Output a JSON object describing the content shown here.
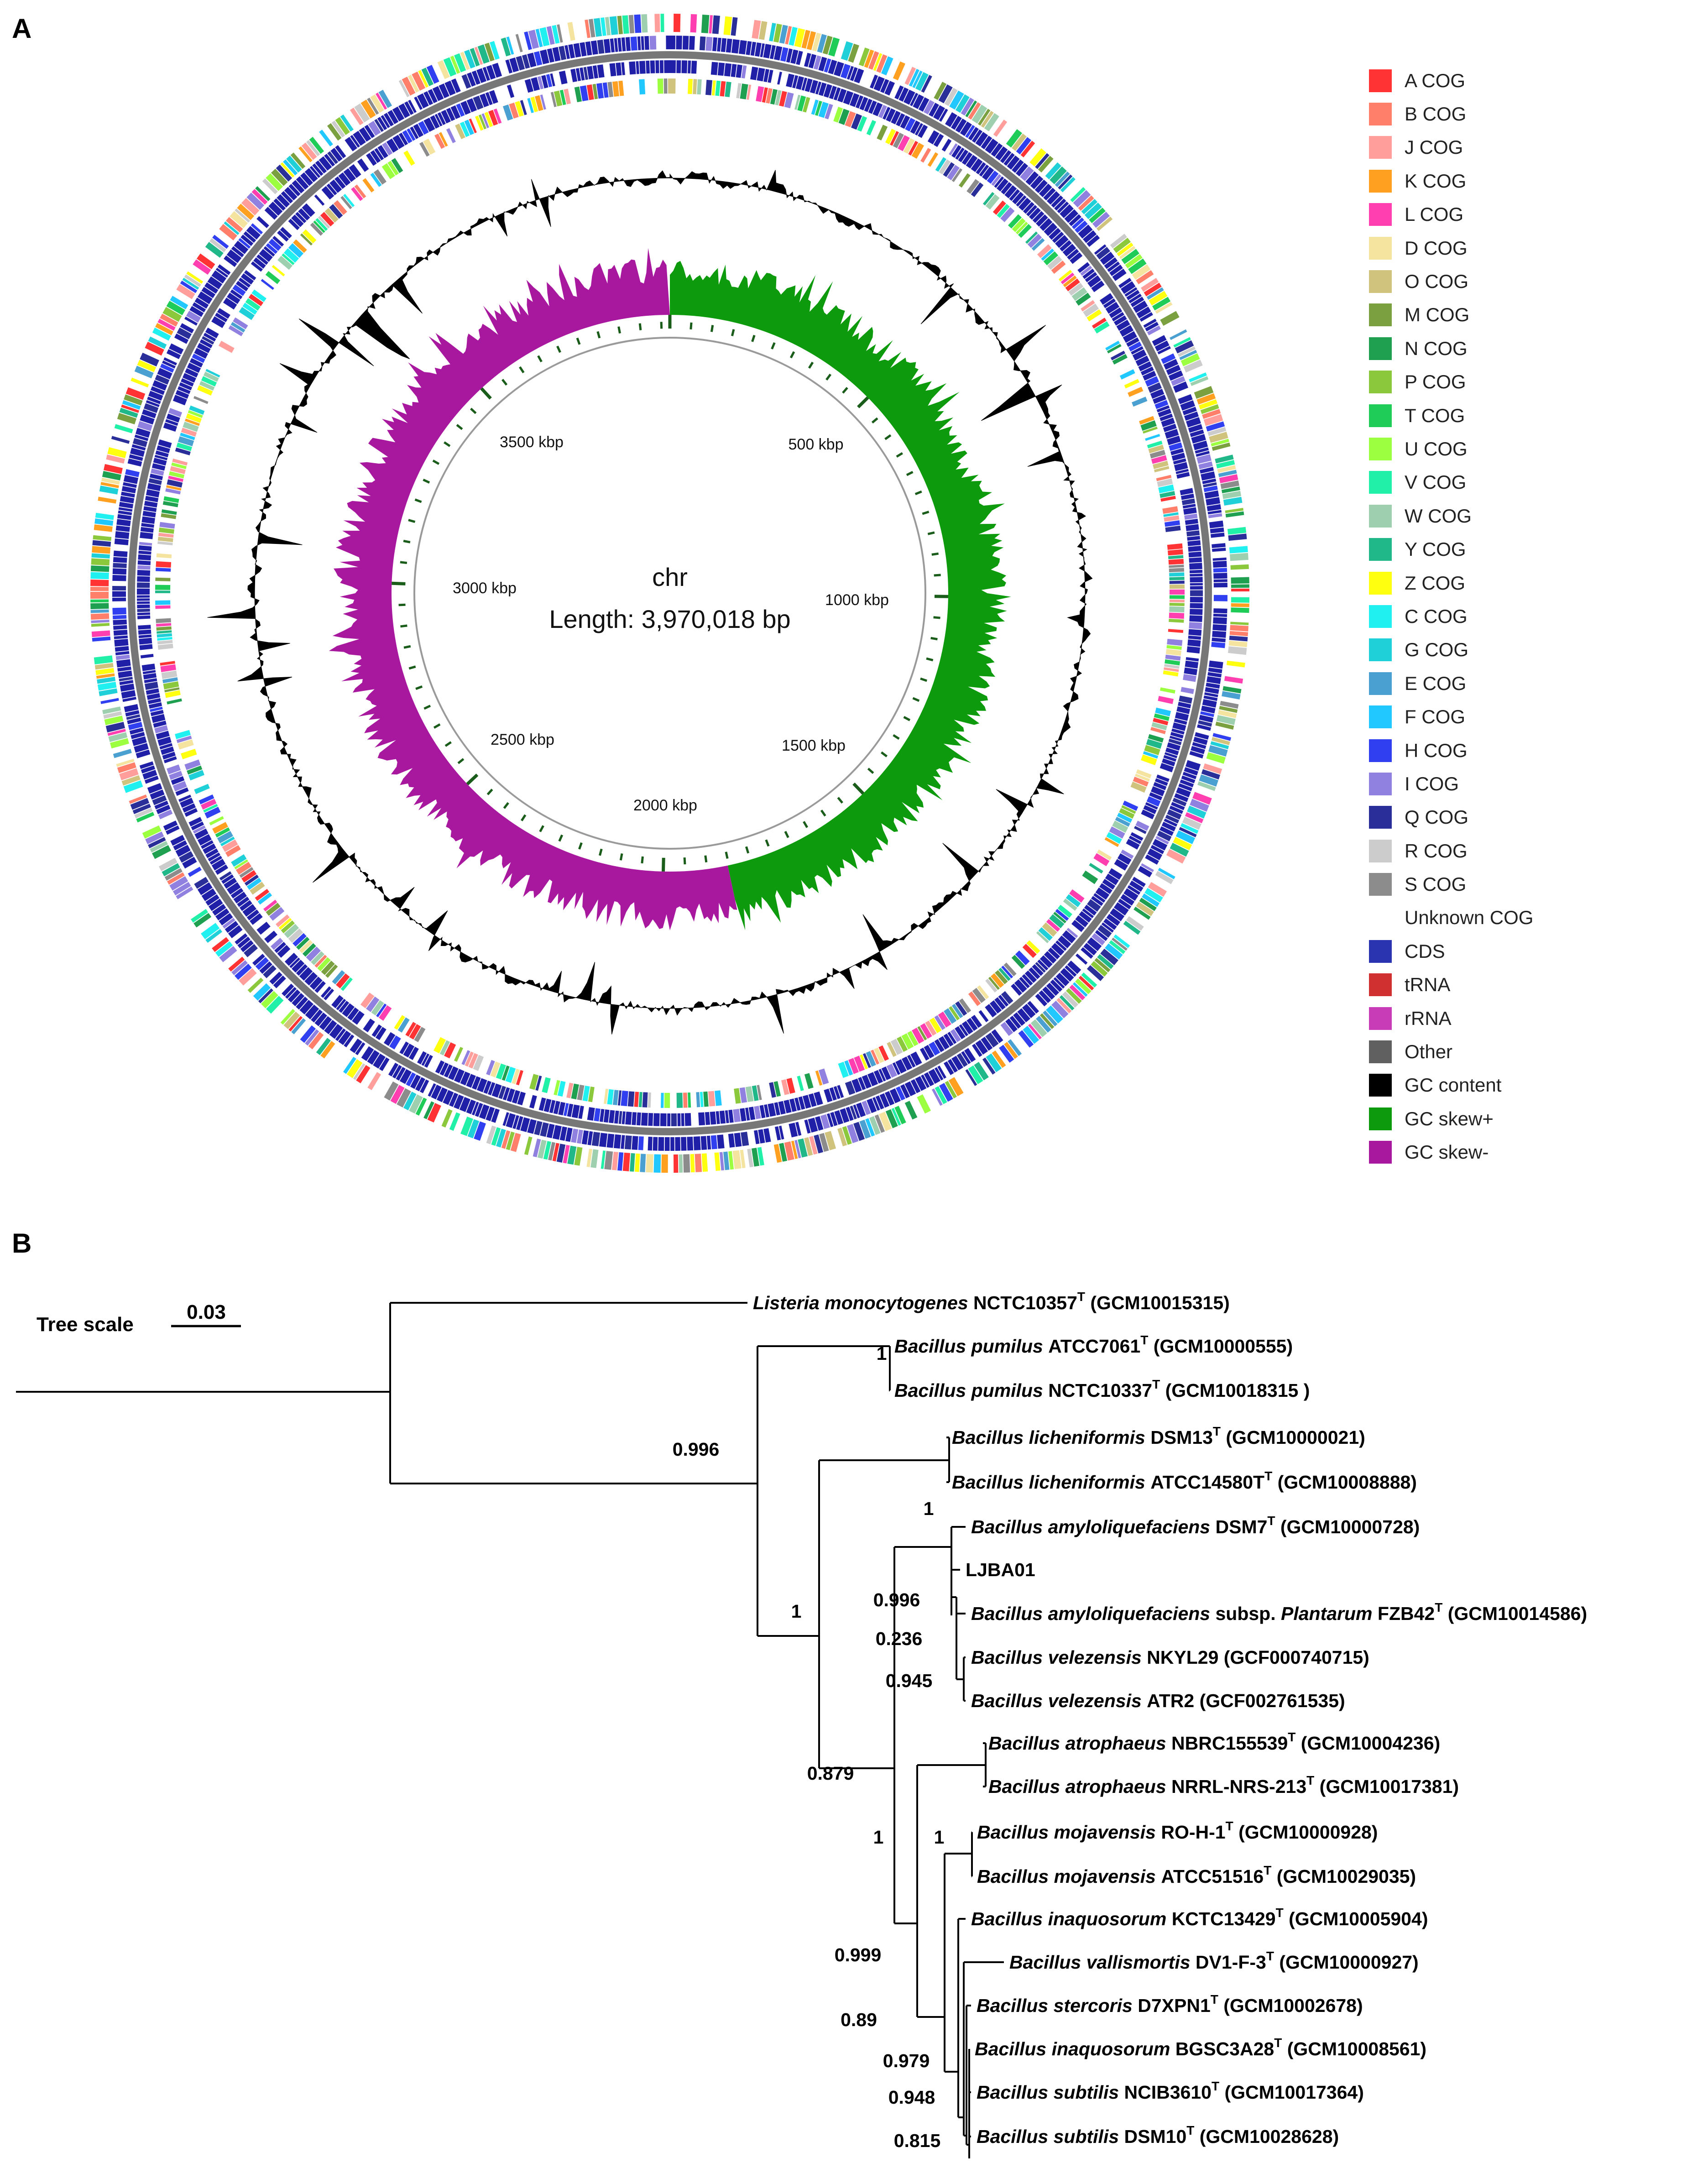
{
  "panel_a": {
    "letter": "A",
    "chr_label": "chr",
    "length_label": "Length: 3,970,018 bp",
    "tick_labels": [
      "500 kbp",
      "1000 kbp",
      "1500 kbp",
      "2000 kbp",
      "2500 kbp",
      "3000 kbp",
      "3500 kbp"
    ],
    "colors": {
      "backbone": "#777777",
      "gc_content": "#000000",
      "gc_skew_plus": "#0d9a0d",
      "gc_skew_minus": "#a8189e",
      "cds": "#1f1fa8",
      "tick": "#1a5c1a"
    },
    "legend": [
      {
        "label": "A COG",
        "color": "#ff3333"
      },
      {
        "label": "B COG",
        "color": "#ff7f6a"
      },
      {
        "label": "J COG",
        "color": "#ff9e9a"
      },
      {
        "label": "K COG",
        "color": "#ffa020"
      },
      {
        "label": "L COG",
        "color": "#ff3fb0"
      },
      {
        "label": "D COG",
        "color": "#f4e4a0"
      },
      {
        "label": "O COG",
        "color": "#cfc37e"
      },
      {
        "label": "M COG",
        "color": "#7aa040"
      },
      {
        "label": "N COG",
        "color": "#1ea050"
      },
      {
        "label": "P COG",
        "color": "#8cc83c"
      },
      {
        "label": "T COG",
        "color": "#20cc58"
      },
      {
        "label": "U COG",
        "color": "#9cff40"
      },
      {
        "label": "V COG",
        "color": "#20f0a8"
      },
      {
        "label": "W COG",
        "color": "#9ed0b0"
      },
      {
        "label": "Y COG",
        "color": "#20b888"
      },
      {
        "label": "Z COG",
        "color": "#ffff10"
      },
      {
        "label": "C COG",
        "color": "#20f0f0"
      },
      {
        "label": "G COG",
        "color": "#20d0d8"
      },
      {
        "label": "E COG",
        "color": "#4aa0d0"
      },
      {
        "label": "F COG",
        "color": "#20c8ff"
      },
      {
        "label": "H COG",
        "color": "#3040f0"
      },
      {
        "label": "I COG",
        "color": "#9080e0"
      },
      {
        "label": "Q COG",
        "color": "#2a2e98"
      },
      {
        "label": "R COG",
        "color": "#cccccc"
      },
      {
        "label": "S COG",
        "color": "#8c8c8c"
      },
      {
        "label": "Unknown COG",
        "color": "#ffffff"
      },
      {
        "label": "CDS",
        "color": "#2a34b0"
      },
      {
        "label": "tRNA",
        "color": "#d03030"
      },
      {
        "label": "rRNA",
        "color": "#c83cb8"
      },
      {
        "label": "Other",
        "color": "#606060"
      },
      {
        "label": "GC content",
        "color": "#000000"
      },
      {
        "label": "GC skew+",
        "color": "#0d9a0d"
      },
      {
        "label": "GC skew-",
        "color": "#a8189e"
      }
    ]
  },
  "panel_b": {
    "letter": "B",
    "tree_scale_label": "Tree scale",
    "tree_scale_value": "0.03",
    "taxa": [
      {
        "genus_species": "Listeria monocytogenes",
        "strain": "NCTC10357",
        "sup": "T",
        "accession": "(GCM10015315)"
      },
      {
        "genus_species": "Bacillus pumilus",
        "strain": "ATCC7061",
        "sup": "T",
        "accession": "(GCM10000555)"
      },
      {
        "genus_species": "Bacillus pumilus",
        "strain": "NCTC10337",
        "sup": "T",
        "accession": "(GCM10018315 )"
      },
      {
        "genus_species": "Bacillus licheniformis",
        "strain": "DSM13",
        "sup": "T",
        "accession": "(GCM10000021)"
      },
      {
        "genus_species": "Bacillus licheniformis",
        "strain": "ATCC14580T",
        "sup": "T",
        "accession": "(GCM10008888)"
      },
      {
        "genus_species": "Bacillus amyloliquefaciens",
        "strain": "DSM7",
        "sup": "T",
        "accession": "(GCM10000728)"
      },
      {
        "genus_species": "",
        "strain": "LJBA01",
        "sup": "",
        "accession": ""
      },
      {
        "genus_species": "Bacillus amyloliquefaciens",
        "strain": "subsp.",
        "subsp": "Plantarum",
        "strain2": "FZB42",
        "sup": "T",
        "accession": "(GCM10014586)"
      },
      {
        "genus_species": "Bacillus velezensis",
        "strain": "NKYL29",
        "sup": "",
        "accession": "(GCF000740715)"
      },
      {
        "genus_species": "Bacillus velezensis",
        "strain": "ATR2",
        "sup": "",
        "accession": "(GCF002761535)"
      },
      {
        "genus_species": "Bacillus atrophaeus",
        "strain": "NBRC155539",
        "sup": "T",
        "accession": "(GCM10004236)"
      },
      {
        "genus_species": "Bacillus atrophaeus",
        "strain": "NRRL-NRS-213",
        "sup": "T",
        "accession": "(GCM10017381)"
      },
      {
        "genus_species": "Bacillus mojavensis",
        "strain": "RO-H-1",
        "sup": "T",
        "accession": "(GCM10000928)"
      },
      {
        "genus_species": "Bacillus mojavensis",
        "strain": "ATCC51516",
        "sup": "T",
        "accession": "(GCM10029035)"
      },
      {
        "genus_species": "Bacillus inaquosorum",
        "strain": "KCTC13429",
        "sup": "T",
        "accession": "(GCM10005904)"
      },
      {
        "genus_species": "Bacillus vallismortis",
        "strain": "DV1-F-3",
        "sup": "T",
        "accession": "(GCM10000927)"
      },
      {
        "genus_species": "Bacillus stercoris",
        "strain": "D7XPN1",
        "sup": "T",
        "accession": "(GCM10002678)"
      },
      {
        "genus_species": "Bacillus inaquosorum",
        "strain": "BGSC3A28",
        "sup": "T",
        "accession": "(GCM10008561)"
      },
      {
        "genus_species": "Bacillus subtilis",
        "strain": "NCIB3610",
        "sup": "T",
        "accession": "(GCM10017364)"
      },
      {
        "genus_species": "Bacillus subtilis",
        "strain": "DSM10",
        "sup": "T",
        "accession": "(GCM10028628)"
      }
    ],
    "bootstraps": [
      "1",
      "0.996",
      "1",
      "1",
      "0.996",
      "0.236",
      "0.945",
      "0.879",
      "1",
      "1",
      "0.999",
      "0.89",
      "0.979",
      "0.948",
      "0.815"
    ]
  }
}
